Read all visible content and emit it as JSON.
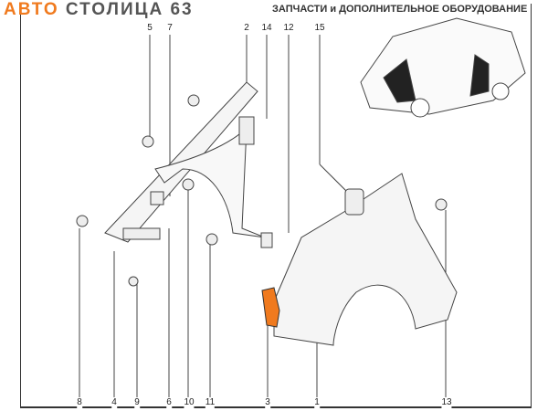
{
  "watermark": {
    "brand_part1": "АВТО",
    "brand_part2": "СТОЛИЦА 63",
    "tagline": "ЗАПЧАСТИ и ДОПОЛНИТЕЛЬНОЕ ОБОРУДОВАНИЕ"
  },
  "callouts_top": [
    "5",
    "7",
    "2",
    "14",
    "12",
    "15"
  ],
  "callouts_bottom": [
    "8",
    "4",
    "9",
    "6",
    "10",
    "11",
    "3",
    "1",
    "13"
  ],
  "colors": {
    "highlight": "#f07a1e"
  }
}
